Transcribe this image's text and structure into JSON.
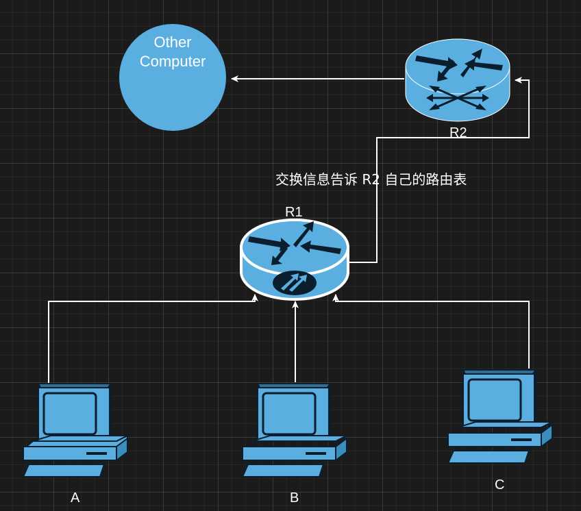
{
  "nodes": {
    "other_computer": {
      "line1": "Other",
      "line2": "Computer"
    },
    "r1": {
      "label": "R1"
    },
    "r2": {
      "label": "R2"
    },
    "pc_a": {
      "label": "A"
    },
    "pc_b": {
      "label": "B"
    },
    "pc_c": {
      "label": "C"
    }
  },
  "edges": {
    "exchange_label": "交换信息告诉 R2 自己的路由表"
  },
  "colors": {
    "fill": "#5aafe0",
    "outline": "#ffffff",
    "dark": "#0b1e2d",
    "line": "#ffffff"
  }
}
